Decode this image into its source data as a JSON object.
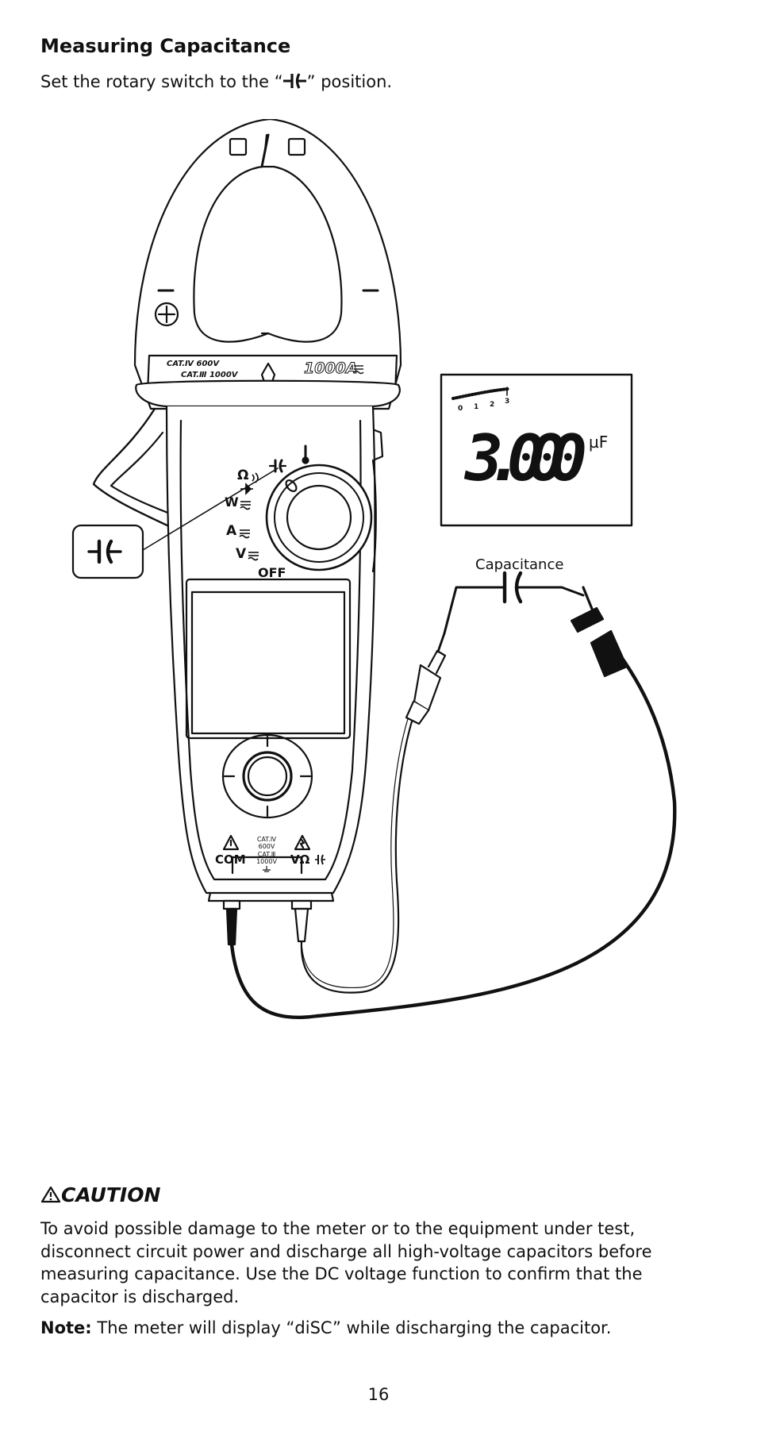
{
  "section": {
    "title": "Measuring Capacitance",
    "instruction_before": "Set the rotary switch to the “",
    "instruction_after": "” position."
  },
  "figure": {
    "jaw_cat_label_1": "CAT.Ⅳ 600V",
    "jaw_cat_label_2": "CAT.Ⅲ 1000V",
    "jaw_rating": "1000A",
    "dial_labels": {
      "ohm": "Ω",
      "watt": "W",
      "amp": "A",
      "volt": "V",
      "off": "OFF"
    },
    "terminal_com": "COM",
    "terminal_input": "VΩ",
    "terminal_cat_lines": [
      "CAT.Ⅳ",
      "600V",
      "CAT.Ⅲ",
      "1000V"
    ],
    "display_reading": "3.000",
    "display_unit": "µF",
    "bar_scale": [
      "0",
      "1",
      "2",
      "3"
    ],
    "capacitance_label": "Capacitance"
  },
  "caution": {
    "title": "CAUTION",
    "body": "To avoid possible damage to the meter or to the equipment under test, disconnect circuit power and discharge all high-voltage capacitors before measuring capacitance. Use the DC voltage function to confirm that the capacitor is discharged."
  },
  "note": {
    "label": "Note:",
    "text": " The meter will display “diSC” while discharging the capacitor."
  },
  "page_number": "16"
}
